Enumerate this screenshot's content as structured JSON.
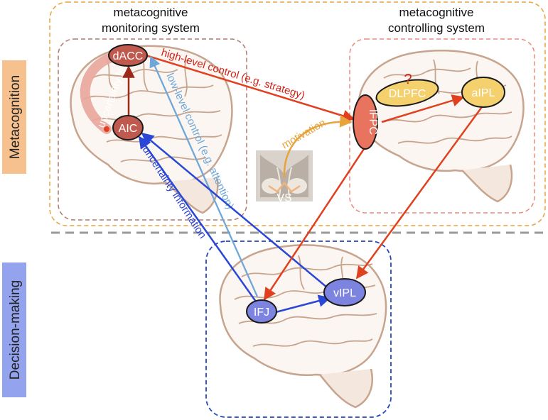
{
  "side_labels": {
    "metacognition": "Metacognition",
    "decision_making": "Decision-making"
  },
  "systems": {
    "monitoring_line1": "metacognitive",
    "monitoring_line2": "monitoring system",
    "controlling_line1": "metacognitive",
    "controlling_line2": "controlling system"
  },
  "nodes": {
    "dacc": "dACC",
    "aic": "AIC",
    "dlpfc": "DLPFC",
    "dlpfc_question": "?",
    "aipl": "aIPL",
    "ifpc": "lFPC",
    "vs": "VS",
    "ifj": "IFJ",
    "vipl": "vIPL"
  },
  "edges": {
    "high_level": "high-level control (e.g. strategy)",
    "low_level": "low-level control (e.g. attention)",
    "uncertainty_info": "uncertainty information",
    "uncertainty_level": "uncertainty level",
    "motivation": "motivation"
  },
  "colors": {
    "orange_frame": "#E8A33D",
    "red": "#E0401E",
    "dark_red": "#9B2A1A",
    "blue": "#2A47D6",
    "light_blue": "#6FA8D8",
    "brain": "#C7A48E",
    "side_orange": "#F6C18E",
    "side_blue": "#93A3EE"
  }
}
